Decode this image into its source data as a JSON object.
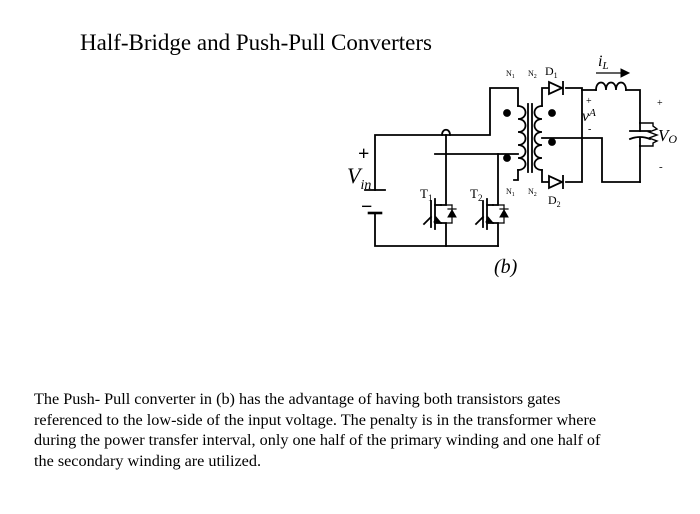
{
  "title": "Half-Bridge and Push-Pull Converters",
  "diagram": {
    "caption": "(b)",
    "labels": {
      "v_in_main": "V",
      "v_in_sub": "in",
      "v_in_plus": "+",
      "v_in_minus": "−",
      "t1_main": "T",
      "t1_sub": "1",
      "t2_main": "T",
      "t2_sub": "2",
      "n1_top_main": "N",
      "n1_top_sub": "1",
      "n2_top_main": "N",
      "n2_top_sub": "2",
      "n1_bot_main": "N",
      "n1_bot_sub": "1",
      "n2_bot_main": "N",
      "n2_bot_sub": "2",
      "d1_main": "D",
      "d1_sub": "1",
      "d2_main": "D",
      "d2_sub": "2",
      "il_main": "i",
      "il_sub": "L",
      "va_main": "v",
      "va_sub": "A",
      "va_plus": "+",
      "va_minus": "-",
      "vo_main": "V",
      "vo_sub": "O",
      "vo_plus": "+",
      "vo_minus": "-"
    }
  },
  "paragraph": [
    "The Push- Pull converter in (b) has the advantage of having both transistors gates",
    "referenced to the low-side of the input voltage. The penalty is in the transformer where",
    "during the power transfer interval, only one half of the primary winding and one half of",
    "the secondary winding are utilized."
  ]
}
